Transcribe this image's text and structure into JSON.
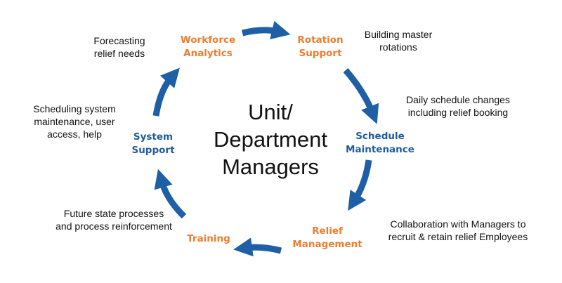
{
  "colors": {
    "orange": "#ed7d31",
    "blue": "#1f5c99",
    "arrow": "#1f5fa6"
  },
  "center": {
    "line1": "Unit/",
    "line2": "Department",
    "line3": "Managers"
  },
  "nodes": [
    {
      "line1": "Workforce",
      "line2": "Analytics",
      "note1": "Forecasting",
      "note2": "relief needs"
    },
    {
      "line1": "Rotation",
      "line2": "Support",
      "note1": "Building master",
      "note2": "rotations"
    },
    {
      "line1": "Schedule",
      "line2": "Maintenance",
      "note1": "Daily schedule changes",
      "note2": "including relief booking"
    },
    {
      "line1": "Relief",
      "line2": "Management",
      "note1": "Collaboration with Managers to",
      "note2": "recruit & retain relief Employees"
    },
    {
      "line1": "Training",
      "note1": "Future state processes",
      "note2": "and process reinforcement"
    },
    {
      "line1": "System",
      "line2": "Support",
      "note1": "Scheduling system",
      "note2": "maintenance, user",
      "note3": "access, help"
    }
  ]
}
